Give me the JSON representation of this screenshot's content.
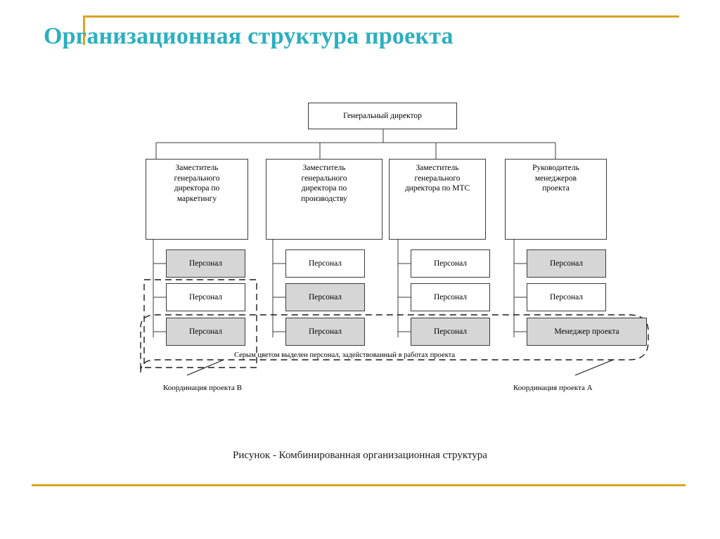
{
  "slide": {
    "title": "Организационная структура проекта",
    "accent_gold": "#D9A521",
    "accent_teal": "#2BAFBF",
    "highlight_gray": "#D6D6D6"
  },
  "chart_data": {
    "type": "diagram",
    "title": "Организационная структура проекта",
    "caption": "Рисунок -  Комбинированная организационная структура",
    "legend_note": "Серым цветом выделен персонал, задействованный в работах проекта",
    "levels": [
      {
        "level": 1,
        "nodes": [
          "Генеральный директор"
        ]
      },
      {
        "level": 2,
        "nodes": [
          "Заместитель генерального директора по маркетингу",
          "Заместитель генерального директора по производству",
          "Заместитель генерального директора по МТС",
          "Руководитель менеджеров проекта"
        ]
      },
      {
        "level": 3,
        "nodes": [
          "Персонал",
          "Персонал",
          "Персонал",
          "Персонал",
          "Персонал",
          "Персонал",
          "Персонал",
          "Персонал",
          "Персонал",
          "Персонал",
          "Персонал",
          "Менеджер проекта"
        ]
      }
    ],
    "overlays": [
      {
        "name": "Координация проекта В",
        "style": "dashed-rectangle"
      },
      {
        "name": "Координация проекта А",
        "style": "dashed-rounded"
      }
    ]
  },
  "root": {
    "label": "Генеральный директор"
  },
  "deputies": [
    {
      "label": "Заместитель\nгенерального\nдиректора по\nмаркетингу"
    },
    {
      "label": "Заместитель\nгенерального\nдиректора по\nпроизводству"
    },
    {
      "label": "Заместитель\nгенерального\nдиректора по МТС"
    },
    {
      "label": "Руководитель\nменеджеров\nпроекта"
    }
  ],
  "columns": [
    {
      "staff": [
        {
          "label": "Персонал",
          "highlighted": true
        },
        {
          "label": "Персонал",
          "highlighted": false
        },
        {
          "label": "Персонал",
          "highlighted": true
        }
      ]
    },
    {
      "staff": [
        {
          "label": "Персонал",
          "highlighted": false
        },
        {
          "label": "Персонал",
          "highlighted": true
        },
        {
          "label": "Персонал",
          "highlighted": true
        }
      ]
    },
    {
      "staff": [
        {
          "label": "Персонал",
          "highlighted": false
        },
        {
          "label": "Персонал",
          "highlighted": false
        },
        {
          "label": "Персонал",
          "highlighted": true
        }
      ]
    },
    {
      "staff": [
        {
          "label": "Персонал",
          "highlighted": true
        },
        {
          "label": "Персонал",
          "highlighted": false
        },
        {
          "label": "Менеджер проекта",
          "highlighted": true
        }
      ]
    }
  ],
  "legend": {
    "note": "Серым цветом выделен персонал, задействованный в работах проекта"
  },
  "coordination": {
    "project_b": "Координация проекта В",
    "project_a": "Координация проекта А"
  },
  "caption": {
    "text": "Рисунок -  Комбинированная организационная структура"
  }
}
